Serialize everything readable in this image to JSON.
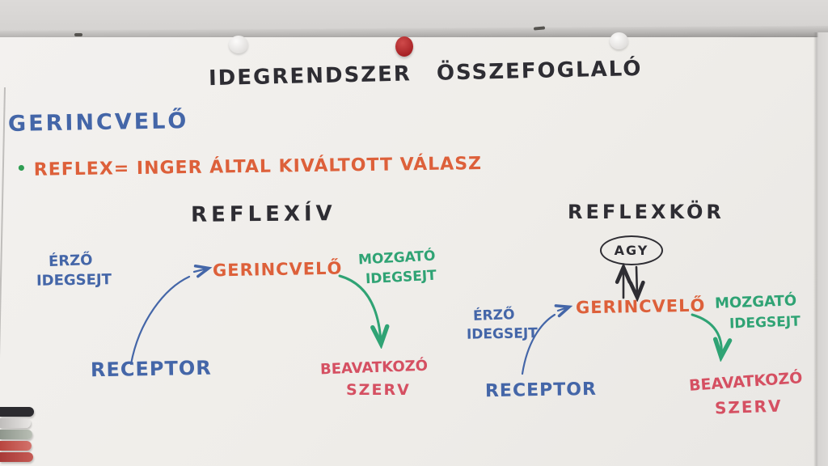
{
  "board": {
    "title": "IDEGRENDSZER  ÖSSZEFOGLALÓ",
    "topic_heading": "GERINCVELŐ",
    "bullet": "•",
    "reflex_definition": "REFLEX= INGER ÁLTAL KIVÁLTOTT VÁLASZ",
    "colors": {
      "ink_black": "#2e2d33",
      "ink_blue": "#4466a8",
      "ink_orange": "#dd603a",
      "ink_green": "#2fa374",
      "ink_red": "#d55062",
      "bullet_green": "#2f9e53"
    }
  },
  "left_diagram": {
    "heading": "REFLEXÍV",
    "sensory_line1": "ÉRZŐ",
    "sensory_line2": "IDEGSEJT",
    "center": "GERINCVELŐ",
    "motor_line1": "MOZGATÓ",
    "motor_line2": "IDEGSEJT",
    "receptor": "RECEPTOR",
    "effector_line1": "BEAVATKOZÓ",
    "effector_line2": "SZERV"
  },
  "right_diagram": {
    "heading": "REFLEXKÖR",
    "brain": "AGY",
    "sensory_line1": "ÉRZŐ",
    "sensory_line2": "IDEGSEJT",
    "center": "GERINCVELŐ",
    "motor_line1": "MOZGATÓ",
    "motor_line2": "IDEGSEJT",
    "receptor": "RECEPTOR",
    "effector_line1": "BEAVATKOZÓ",
    "effector_line2": "SZERV"
  }
}
